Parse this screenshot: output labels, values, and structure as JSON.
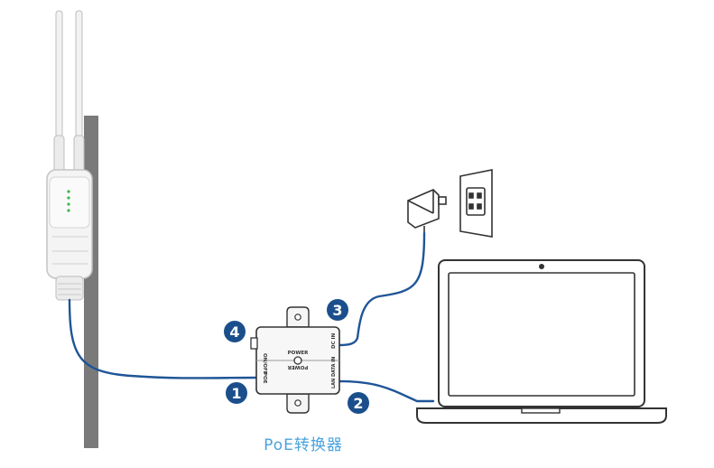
{
  "caption": "PoE转换器",
  "colors": {
    "cable": "#1f5597",
    "badge": "#1b4f8c",
    "badge_text": "#ffffff",
    "caption": "#4aa3df",
    "pole": "#7a7a7a",
    "outline": "#333333"
  },
  "poe_box": {
    "center_label": "POWER",
    "port_labels": {
      "onoff": "ON/OFF",
      "dc_in": "DC IN",
      "poe": "POE",
      "lan_data_in": "LAN DATA IN"
    }
  },
  "badges": [
    {
      "id": "1",
      "label": "1"
    },
    {
      "id": "2",
      "label": "2"
    },
    {
      "id": "3",
      "label": "3"
    },
    {
      "id": "4",
      "label": "4"
    }
  ]
}
